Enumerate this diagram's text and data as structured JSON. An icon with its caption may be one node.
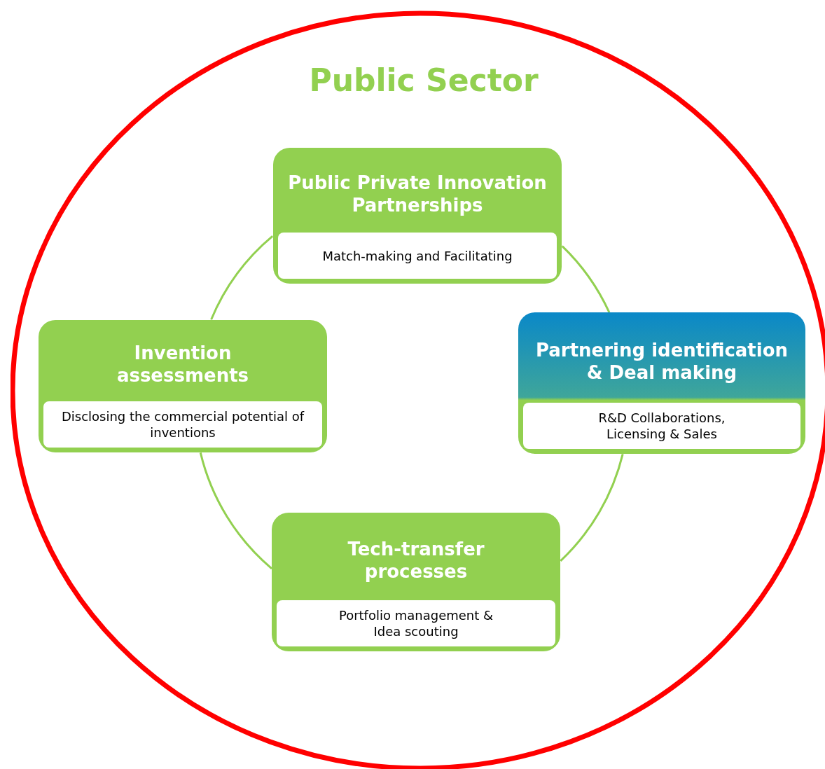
{
  "diagram": {
    "nodes": [
      {
        "text": [
          "Public Sector"
        ]
      },
      {
        "text": [
          "Public Private Innovation Partnerships",
          "Match-making and Facilitating"
        ],
        "in": 0
      },
      {
        "text": [
          "Invention assessments",
          "Disclosing the commercial potential of inventions"
        ],
        "in": 0
      },
      {
        "text": [
          "Partnering identification & Deal making",
          "R&D Collaborations, Licensing & Sales"
        ],
        "in": 0
      },
      {
        "text": [
          "Tech-transfer processes",
          "Portfolio management & Idea scouting"
        ],
        "in": 0
      }
    ],
    "edges": [
      {
        "from": 1,
        "to": 3,
        "arrow": "none"
      },
      {
        "from": 3,
        "to": 4,
        "arrow": "none"
      },
      {
        "from": 4,
        "to": 2,
        "arrow": "none"
      },
      {
        "from": 2,
        "to": 1,
        "arrow": "none"
      }
    ]
  }
}
